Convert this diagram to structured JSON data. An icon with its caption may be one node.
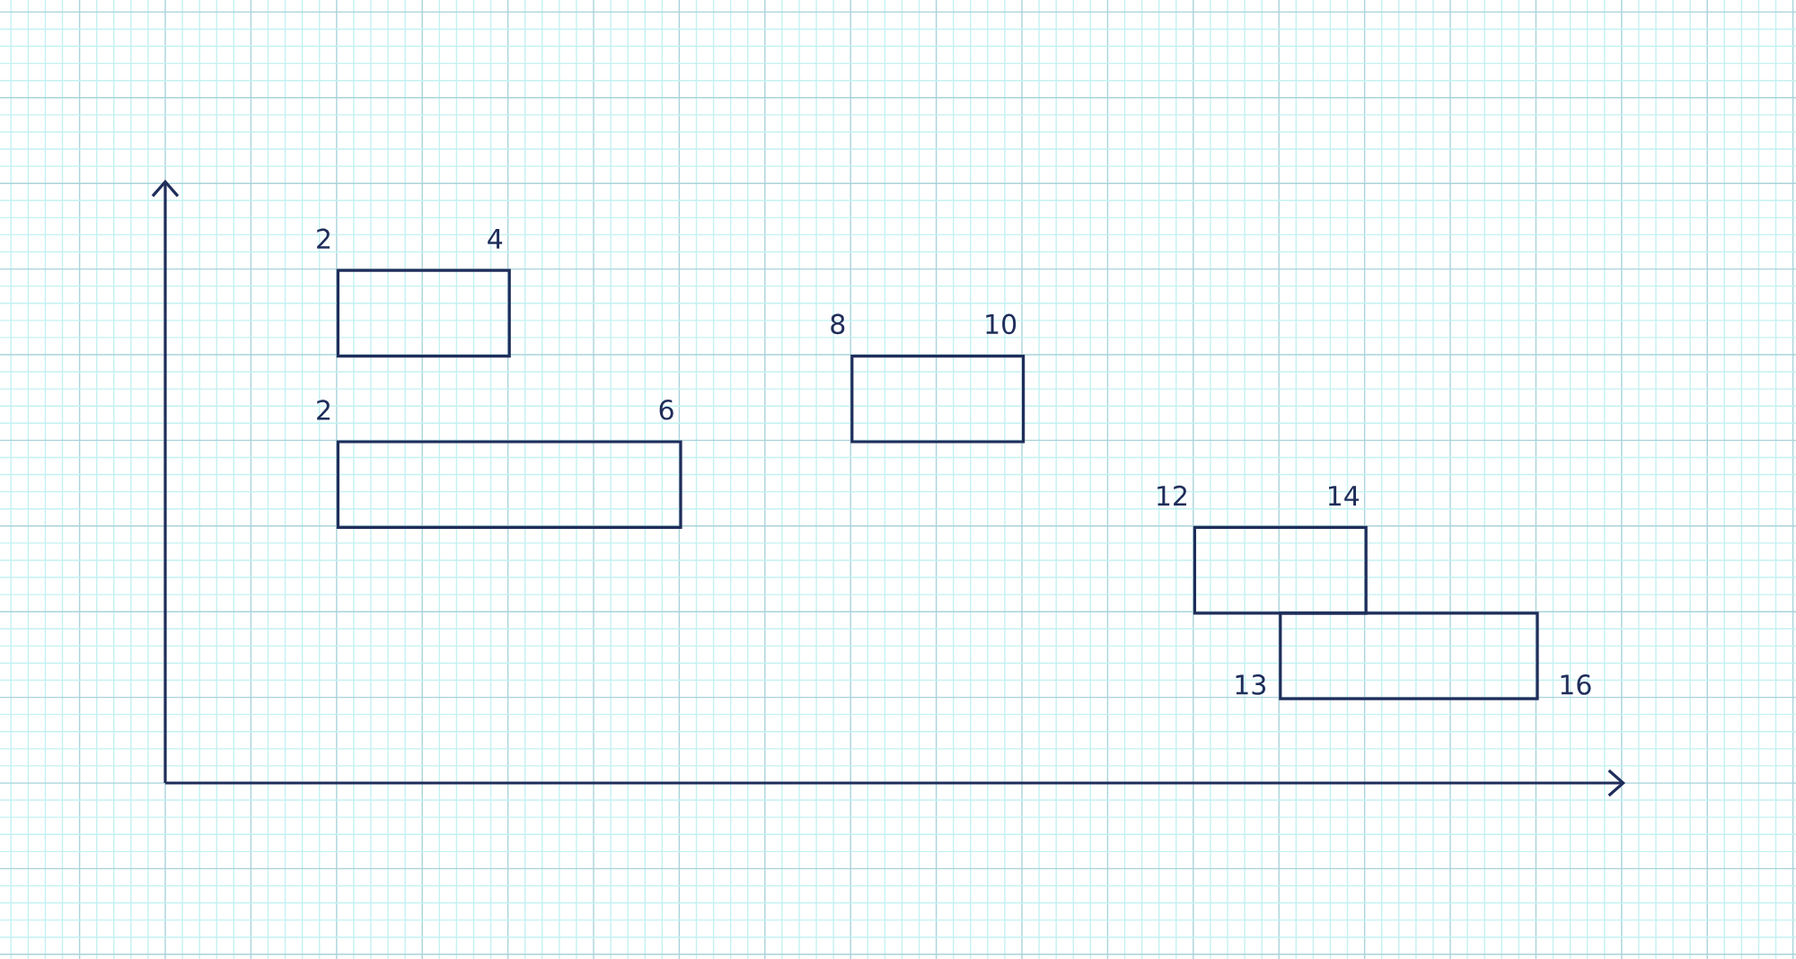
{
  "diagram": {
    "nodes": [
      {
        "text": [],
        "shape": "box",
        "beside": [
          "2",
          "4"
        ]
      },
      {
        "text": [],
        "shape": "box",
        "beside": [
          "2",
          "6"
        ]
      },
      {
        "text": [],
        "shape": "box",
        "beside": [
          "8",
          "10"
        ]
      },
      {
        "text": [],
        "shape": "box",
        "beside": [
          "12",
          "14"
        ]
      },
      {
        "text": [],
        "shape": "box",
        "beside": [
          "13",
          "16"
        ]
      }
    ]
  }
}
